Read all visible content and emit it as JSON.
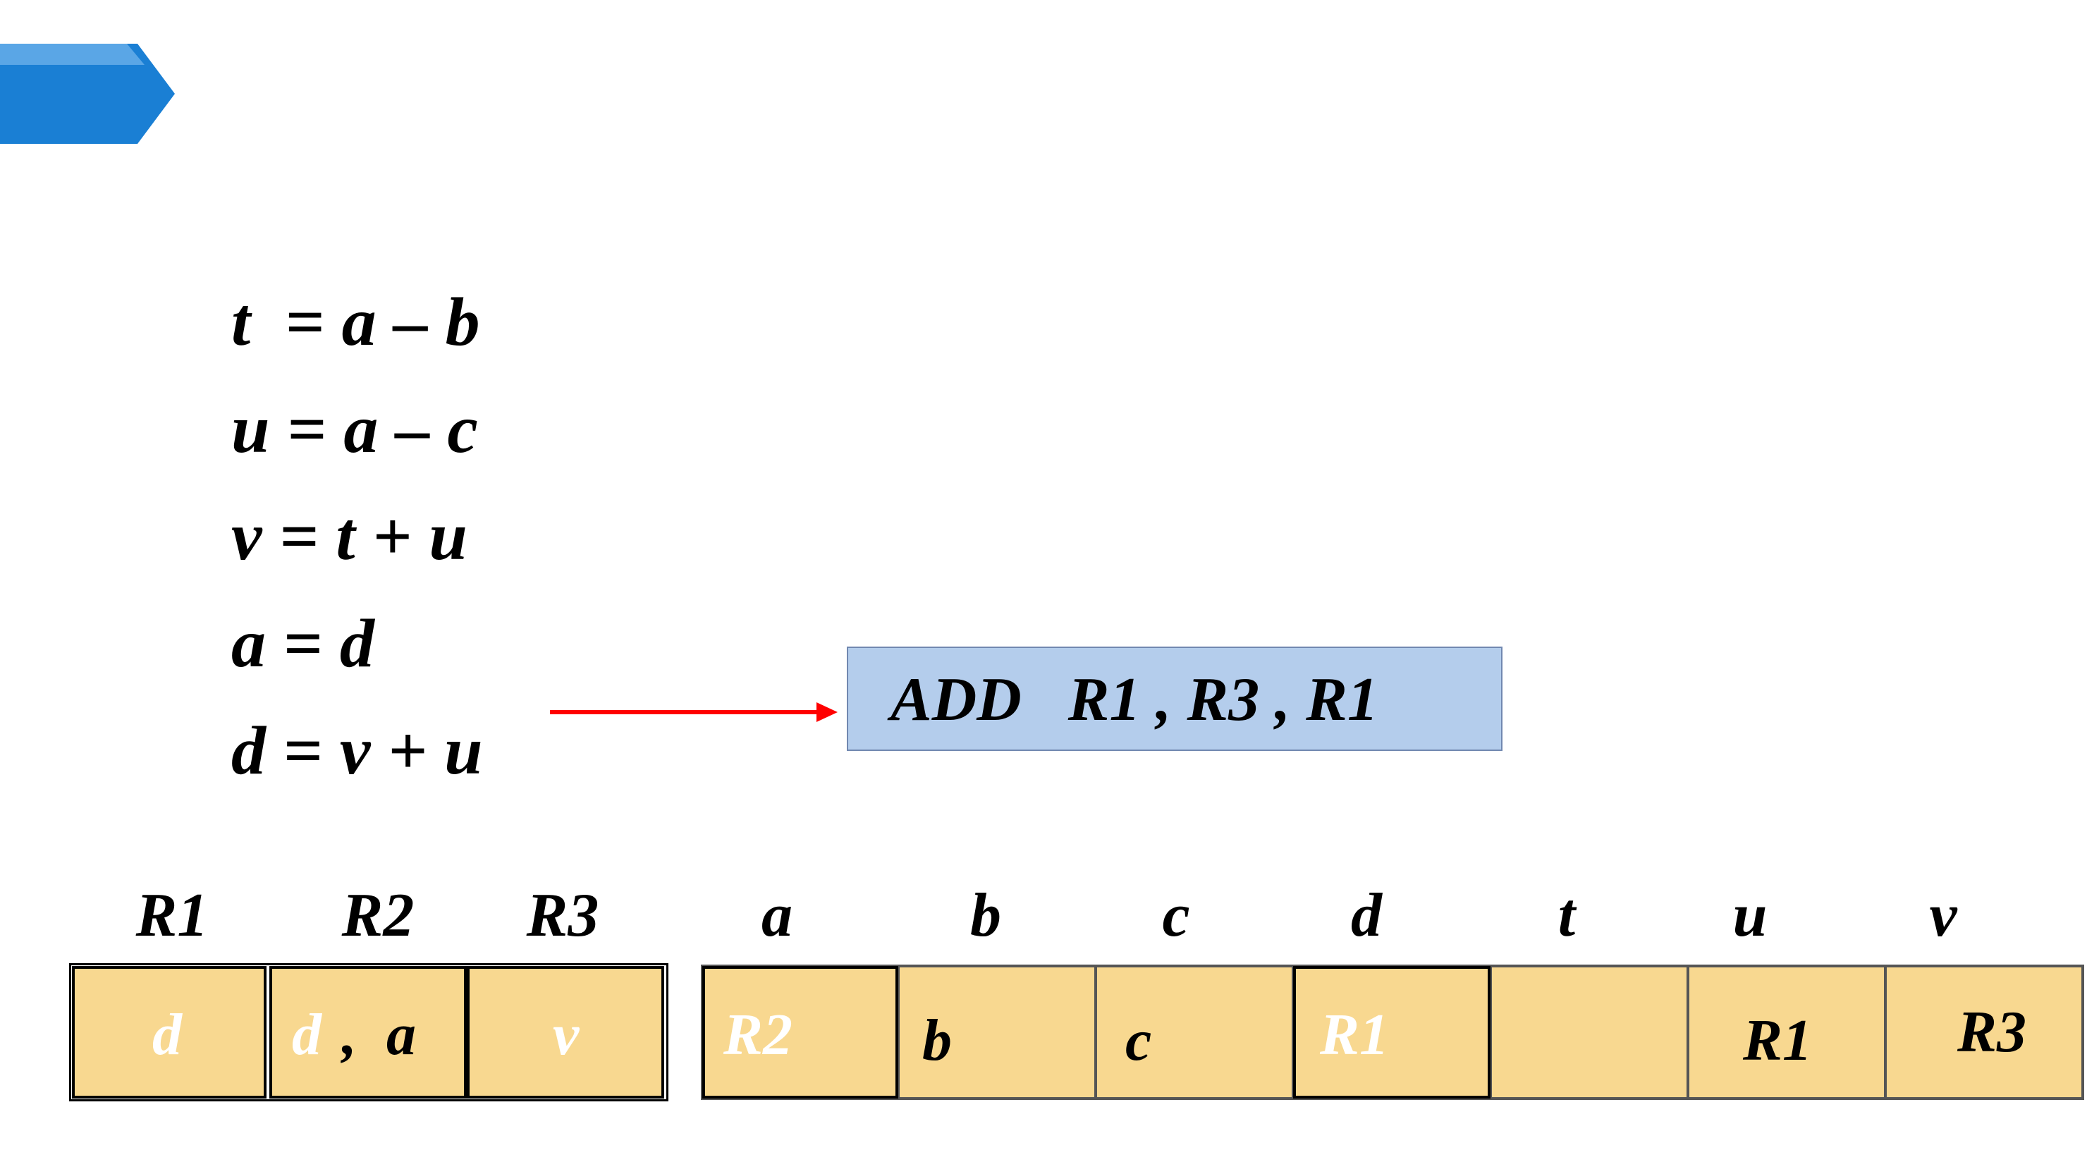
{
  "equations": [
    "t  = a – b",
    "u = a – c",
    "v = t + u",
    "a = d",
    "d = v + u"
  ],
  "instruction": "ADD   R1 , R3 , R1",
  "registers": {
    "headers": [
      "R1",
      "R2",
      "R3"
    ],
    "values": [
      {
        "text": "d",
        "color": "#ffffff"
      },
      {
        "parts": [
          {
            "text": "d",
            "color": "#ffffff"
          },
          {
            "text": " ,  a",
            "color": "#000000"
          }
        ]
      },
      {
        "text": "v",
        "color": "#ffffff"
      }
    ]
  },
  "variables": {
    "headers": [
      "a",
      "b",
      "c",
      "d",
      "t",
      "u",
      "v"
    ],
    "values": [
      {
        "text": "R2",
        "color": "#ffffff"
      },
      {
        "text": "b",
        "color": "#000000"
      },
      {
        "text": "c",
        "color": "#000000"
      },
      {
        "text": "R1",
        "color": "#ffffff"
      },
      {
        "text": "",
        "color": "#000000"
      },
      {
        "text": "R1",
        "color": "#000000"
      },
      {
        "text": "R3",
        "color": "#000000"
      }
    ]
  },
  "colors": {
    "cell_fill": "#f8d890",
    "instruction_fill": "#b4cdec",
    "arrow": "#ff0000",
    "corner_tab": "#1a7fd4"
  }
}
